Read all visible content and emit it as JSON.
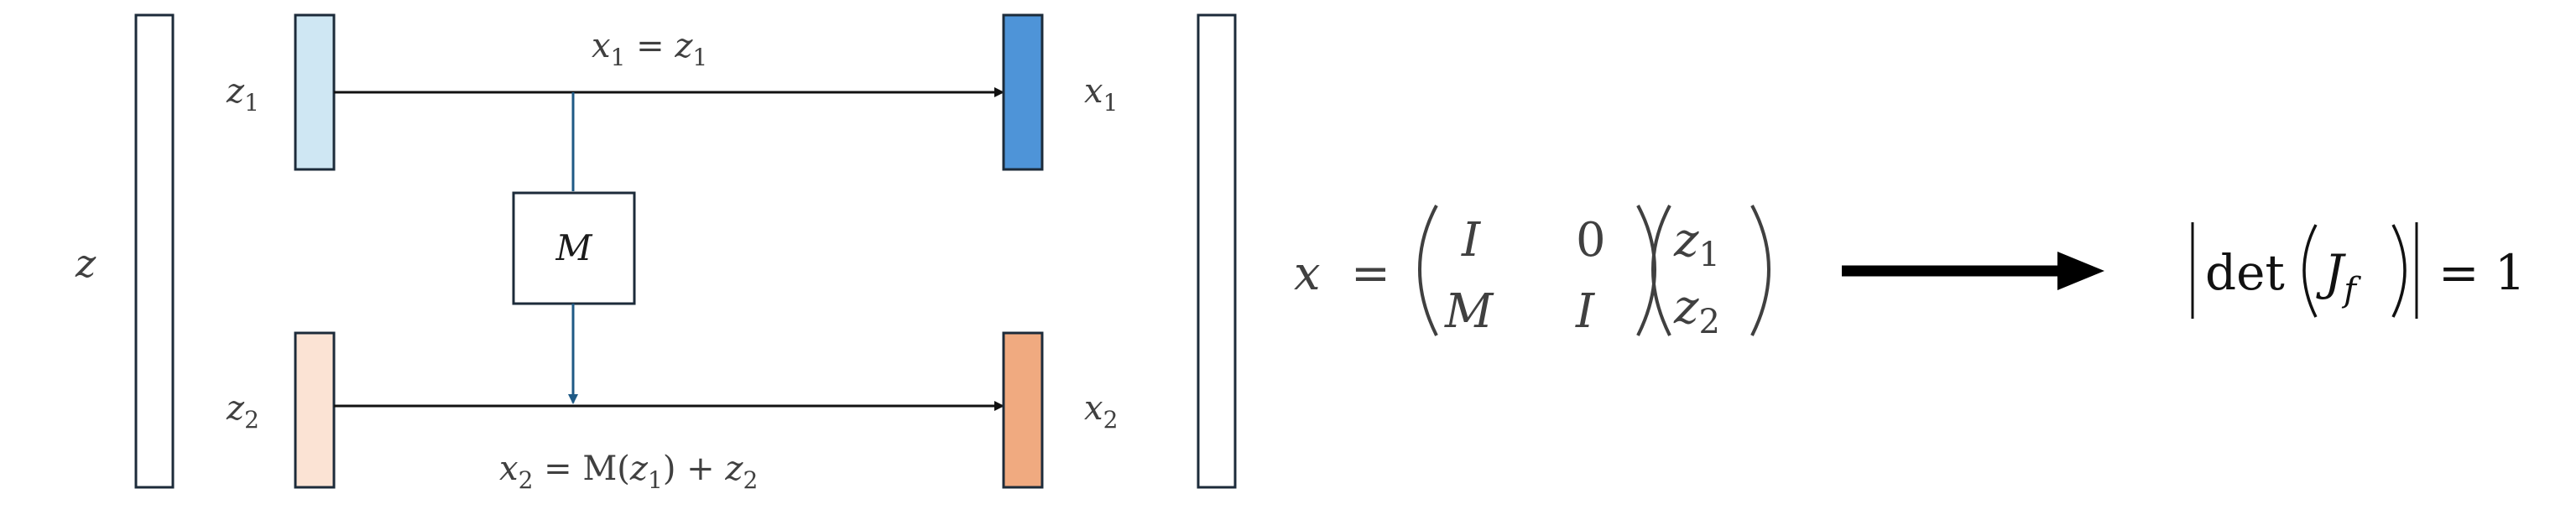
{
  "labels": {
    "z": "z",
    "z1": "z",
    "z1_sub": "1",
    "z2": "z",
    "z2_sub": "2",
    "x1": "x",
    "x1_sub": "1",
    "x2": "x",
    "x2_sub": "2",
    "m_box": "M"
  },
  "equations": {
    "top_lhs": "x",
    "top_lhs_sub": "1",
    "top_eq": " = ",
    "top_rhs": "z",
    "top_rhs_sub": "1",
    "bottom_lhs": "x",
    "bottom_lhs_sub": "2",
    "bottom_mid": " = M(",
    "bottom_mid_z": "z",
    "bottom_mid_z_sub": "1",
    "bottom_close": ") + ",
    "bottom_rhs": "z",
    "bottom_rhs_sub": "2"
  },
  "matrix": {
    "lhs": "x",
    "eq": "=",
    "m11": "I",
    "m12": "0",
    "m21": "M",
    "m22": "I",
    "v1": "z",
    "v1_sub": "1",
    "v2": "z",
    "v2_sub": "2"
  },
  "result": {
    "det": "det",
    "j": "J",
    "j_sub": "f",
    "eq": "= 1"
  },
  "colors": {
    "z1_fill": "#cfe7f3",
    "z2_fill": "#fbe3d4",
    "x1_fill": "#4e94d8",
    "x2_fill": "#f0aa80",
    "box_stroke": "#1c2b3a",
    "connector": "#1f5a86"
  }
}
